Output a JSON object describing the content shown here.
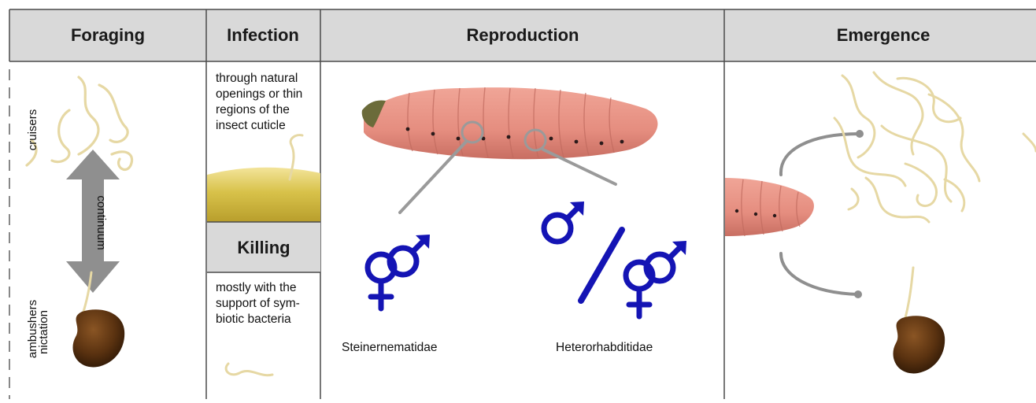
{
  "headers": {
    "foraging": "Foraging",
    "infection": "Infection",
    "reproduction": "Reproduction",
    "emergence": "Emergence"
  },
  "infection_text": [
    "through natural",
    "openings or thin",
    "regions of the",
    "insect cuticle"
  ],
  "killing": {
    "title": "Killing",
    "text": [
      "mostly with the",
      "support of sym-",
      "biotic bacteria"
    ]
  },
  "foraging": {
    "cruisers": "cruisers",
    "ambushers": "ambushers",
    "nictation": "nictation",
    "continuum": "continuum"
  },
  "reproduction": {
    "left_family": "Steinernematidae",
    "right_family": "Heterorhabditidae"
  },
  "colors": {
    "header_bg": "#d9d9d9",
    "border": "#4a4a4a",
    "sex_symbol": "#1414b4",
    "larva": "#e58d7f",
    "nematode": "#e6d8a4",
    "cuticle": "#d8c24a",
    "soil_particle": "#5a3210",
    "connector": "#8f8f8f"
  }
}
